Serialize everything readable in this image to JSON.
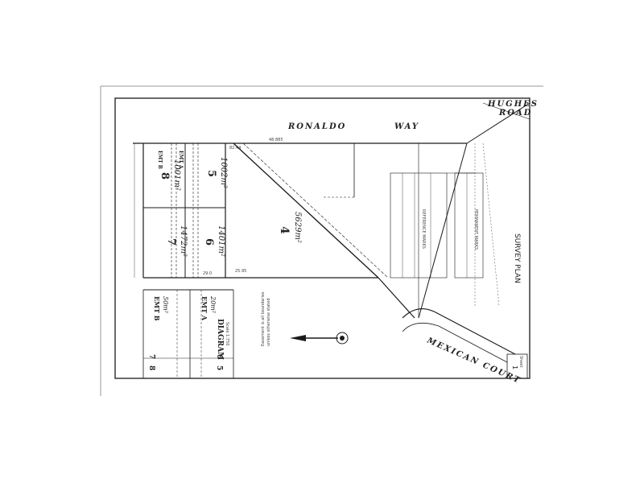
{
  "roads": {
    "hughes": [
      "HUGHES",
      "ROAD"
    ],
    "ronaldo": [
      "RONALDO",
      "WAY"
    ],
    "mexican": "MEXICAN COURT"
  },
  "lots": {
    "lot4": {
      "number": "4",
      "area": "5629m²"
    },
    "lot5": {
      "number": "5",
      "area": "1002m²"
    },
    "lot6": {
      "number": "6",
      "area": "1401m²"
    },
    "lot7": {
      "number": "7",
      "area": "1472m²"
    },
    "lot8": {
      "number": "8",
      "area": "1001m²"
    }
  },
  "easements": {
    "emt_a_top": "EMT A",
    "emt_b_top": "EMT B",
    "emt_a_bottom": {
      "label": "EMT A",
      "area": "20m²"
    },
    "emt_b_bottom": {
      "label": "EMT B",
      "area": "50m²"
    }
  },
  "diagram": {
    "title": "DIAGRAM",
    "scale": "Scale 1:750"
  },
  "diagram_lots": [
    "5",
    "6",
    "8",
    "7"
  ],
  "survey_plan": "SURVEY PLAN",
  "sheet": {
    "label": "Sheet",
    "value": "1"
  },
  "frontage": {
    "ronaldo_a": "82.44",
    "ronaldo_b": "48.885",
    "lot4_side": "25.95",
    "lot6_side": "29.0"
  },
  "notes": {
    "disclaimer_1": "Easement is all boundaries",
    "disclaimer_2": "unless otherwise stated"
  },
  "marks_table": {
    "title": "PERMANENT MARKS",
    "subtitle": "REFERENCE MARKS"
  },
  "colors": {
    "ink": "#1a1a1a",
    "paper": "#ffffff",
    "frame": "#9a9a9a"
  },
  "icons": [
    "north-arrow-icon",
    "compass-rose-icon"
  ]
}
